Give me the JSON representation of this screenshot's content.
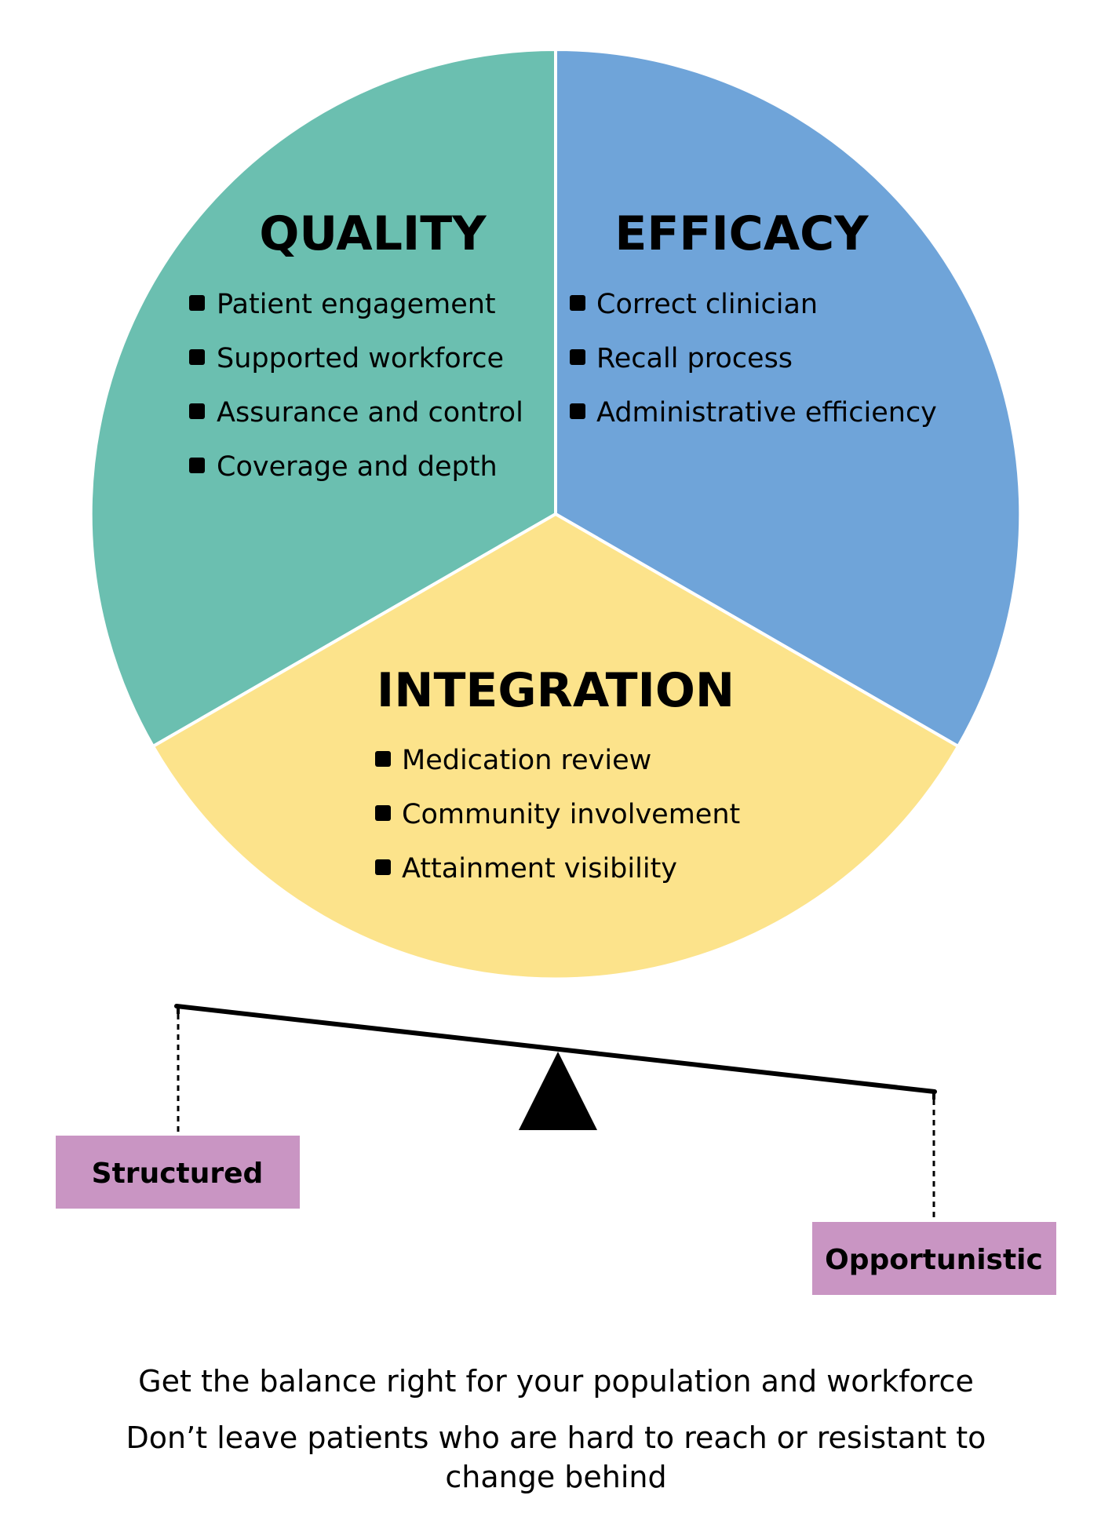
{
  "colors": {
    "quality": "#6bbfb0",
    "efficacy": "#6fa4d9",
    "integration": "#fce38b",
    "box": "#c995c3",
    "ink": "#000000"
  },
  "segments": [
    {
      "title": "QUALITY",
      "items": [
        "Patient engagement",
        "Supported workforce",
        "Assurance and control",
        "Coverage and depth"
      ]
    },
    {
      "title": "EFFICACY",
      "items": [
        "Correct clinician",
        "Recall process",
        "Administrative efficiency"
      ]
    },
    {
      "title": "INTEGRATION",
      "items": [
        "Medication review",
        "Community involvement",
        "Attainment visibility"
      ]
    }
  ],
  "balance": {
    "left_label": "Structured",
    "right_label": "Opportunistic"
  },
  "caption": {
    "line1": "Get the balance right for your population and workforce",
    "line2": "Don’t leave patients who are hard to reach or resistant to",
    "line3": "change behind"
  }
}
